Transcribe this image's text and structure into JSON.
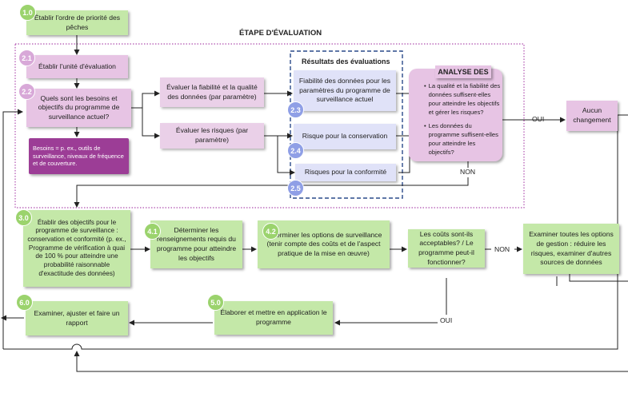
{
  "stage_title": "ÉTAPE D'ÉVALUATION",
  "results_title": "Résultats des évaluations",
  "analysis_title": "ANALYSE DES",
  "steps": {
    "s1_0": {
      "badge": "1.0",
      "text": "Établir l'ordre de priorité des pêches"
    },
    "s2_1": {
      "badge": "2.1",
      "text": "Établir l'unité d'évaluation"
    },
    "s2_2": {
      "badge": "2.2",
      "text": "Quels sont les besoins et objectifs du programme de surveillance actuel?"
    },
    "needs": "Besoins = p. ex., outils de surveillance, niveaux de fréquence et de couverture.",
    "eval_reliability": "Évaluer la fiabilité et la qualité des données (par paramètre)",
    "eval_risks": "Évaluer les risques (par paramètre)",
    "r2_3": {
      "badge": "2.3",
      "text": "Fiabilité des données pour les paramètres du programme de surveillance actuel"
    },
    "r2_4": {
      "badge": "2.4",
      "text": "Risque pour la conservation"
    },
    "r2_5": {
      "badge": "2.5",
      "text": "Risques pour la conformité"
    },
    "analysis_q1": "La qualité et la fiabilité des données suffisent-elles pour atteindre les objectifs et gérer les risques?",
    "analysis_q2": "Les données du programme suffisent-elles pour atteindre les objectifs?",
    "no_change": "Aucun changement",
    "s3_0": {
      "badge": "3.0",
      "text": "Établir des objectifs pour le programme de surveillance : conservation et conformité (p. ex., Programme de vérification à quai de 100 % pour atteindre une probabilité raisonnable d'exactitude des données)"
    },
    "s4_1": {
      "badge": "4.1",
      "text": "Déterminer les renseignements requis du programme pour atteindre les objectifs"
    },
    "s4_2": {
      "badge": "4.2",
      "text": "Déterminer les options de surveillance (tenir compte des coûts et de l'aspect pratique de la mise en œuvre)"
    },
    "costs_q": "Les coûts sont-ils acceptables? / Le programme peut-il fonctionner?",
    "options": "Examiner toutes les options de gestion : réduire les risques, examiner d'autres sources de données",
    "s5_0": {
      "badge": "5.0",
      "text": "Élaborer et mettre en application le programme"
    },
    "s6_0": {
      "badge": "6.0",
      "text": "Examiner, ajuster et faire un rapport"
    }
  },
  "labels": {
    "oui_top": "OUI",
    "non_mid": "NON",
    "non_right": "NON",
    "oui_bottom": "OUI"
  }
}
